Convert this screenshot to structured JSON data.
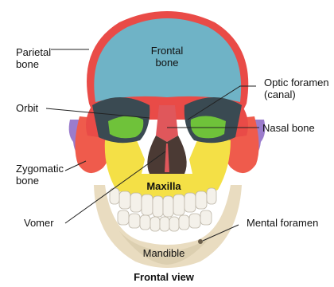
{
  "labels": {
    "parietal_bone": [
      "Parietal",
      "bone"
    ],
    "frontal_bone": [
      "Frontal",
      "bone"
    ],
    "orbit": "Orbit",
    "optic_foramen": [
      "Optic foramen",
      "(canal)"
    ],
    "nasal_bone": "Nasal bone",
    "zygomatic_bone": [
      "Zygomatic",
      "bone"
    ],
    "maxilla": "Maxilla",
    "vomer": "Vomer",
    "mental_foramen": "Mental foramen",
    "mandible": "Mandible",
    "caption": "Frontal view"
  },
  "colors": {
    "frontal": "#6fb3c6",
    "parietal": "#e94b47",
    "zygomatic": "#ef5b4c",
    "maxilla": "#f4e046",
    "orbit_green": "#6fc23a",
    "nasal": "#e0575b",
    "temporal": "#9b7ccc",
    "mandible": "#e9dcc0",
    "teeth": "#f4f1ea",
    "shadow": "#3a4a52"
  }
}
